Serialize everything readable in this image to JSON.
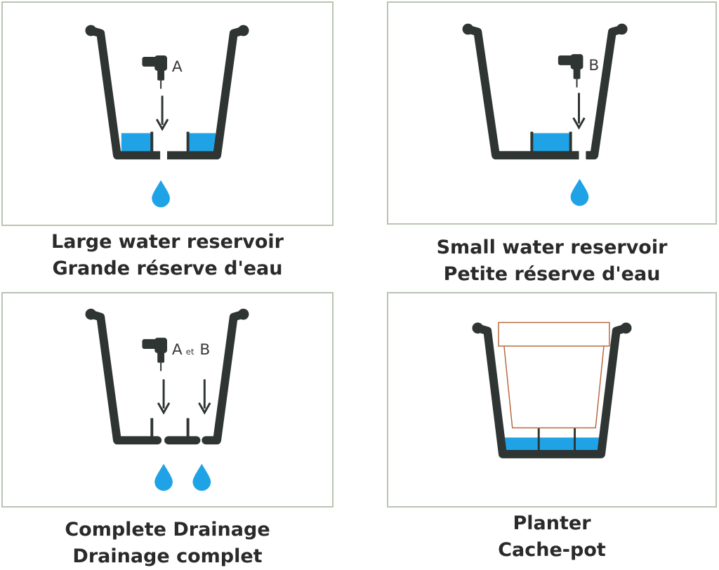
{
  "panels": [
    {
      "label": "A",
      "caption_en": "Large water reservoir",
      "caption_fr": "Grande réserve d'eau"
    },
    {
      "label": "B",
      "caption_en": "Small water reservoir",
      "caption_fr": "Petite réserve d'eau"
    },
    {
      "label_a": "A",
      "label_et": "et",
      "label_b": "B",
      "caption_en": "Complete Drainage",
      "caption_fr": "Drainage complet"
    },
    {
      "caption_en": "Planter",
      "caption_fr": "Cache-pot"
    }
  ],
  "icons": [
    "drill-icon",
    "down-arrow-icon",
    "water-drop-icon",
    "pot-outline-icon"
  ],
  "colors": {
    "pot": "#2f3532",
    "water": "#1fa3e6",
    "inner_pot": "#b8693f",
    "border": "#b9c4b2"
  }
}
